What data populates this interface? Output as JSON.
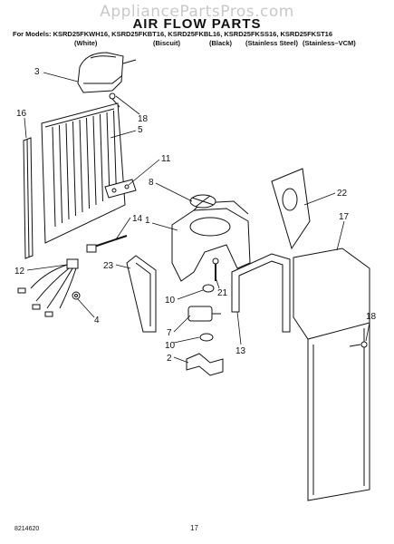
{
  "watermark": "AppliancePartsPros.com",
  "title": "AIR FLOW PARTS",
  "models_line": "For Models: KSRD25FKWH16, KSRD25FKBT16, KSRD25FKBL16, KSRD25FKSS16, KSRD25FKST16",
  "colors": [
    "(White)",
    "(Biscuit)",
    "(Black)",
    "(Stainless Steel)",
    "(Stainless–VCM)"
  ],
  "callouts": [
    "3",
    "18",
    "16",
    "5",
    "11",
    "8",
    "22",
    "14",
    "1",
    "17",
    "12",
    "23",
    "21",
    "10",
    "4",
    "7",
    "10",
    "13",
    "18",
    "2"
  ],
  "footer": {
    "doc_number": "8214620",
    "page_number": "17"
  }
}
